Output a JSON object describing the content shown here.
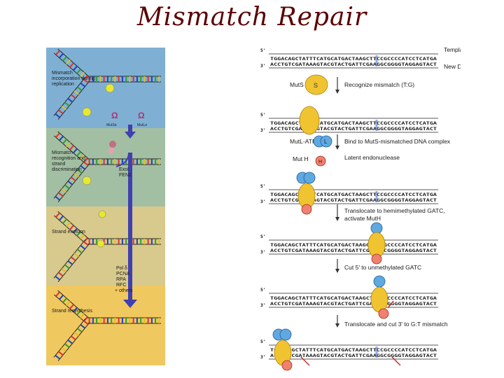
{
  "title": "Mismatch Repair",
  "left": {
    "colors": [
      "#7fb0d4",
      "#a3bfa3",
      "#d8c98c",
      "#f0c860"
    ],
    "stage_labels": [
      "Mismatch incorporation during replication",
      "Mismatch recognition and strand discrimination",
      "Strand excision",
      "Strand resynthesis"
    ],
    "protein_labels": {
      "mutsa": "MutSα",
      "mutlb": "MutLα",
      "exo": "ExoI FEN1",
      "pol": "Pol δ PCNA RPA RFC + others"
    }
  },
  "right": {
    "top_strand": "TGGACAGCTATTTCATGCATGACTAAGCTTCCGCCCCATCCTCATGA",
    "bottom_strand": "ACCTGTCGATAAAGTACGTACTGATTCGAAGGCGGGGTAGGAGTACT",
    "prime5": "5'",
    "prime3": "3'",
    "template_label": "Template strand",
    "new_label": "New DNA strand",
    "muts": "MutS",
    "mutl": "MutL-ATP",
    "muth": "Mut H",
    "steps": [
      "Recognize mismatch (T:G)",
      "Bind to MutS-mismatched DNA complex",
      "Latent endonuclease",
      "Translocate to hemimethylated GATC, activate MutH",
      "Cut 5' to unmethylated GATC",
      "Translocate and cut 3' to G:T mismatch"
    ]
  }
}
